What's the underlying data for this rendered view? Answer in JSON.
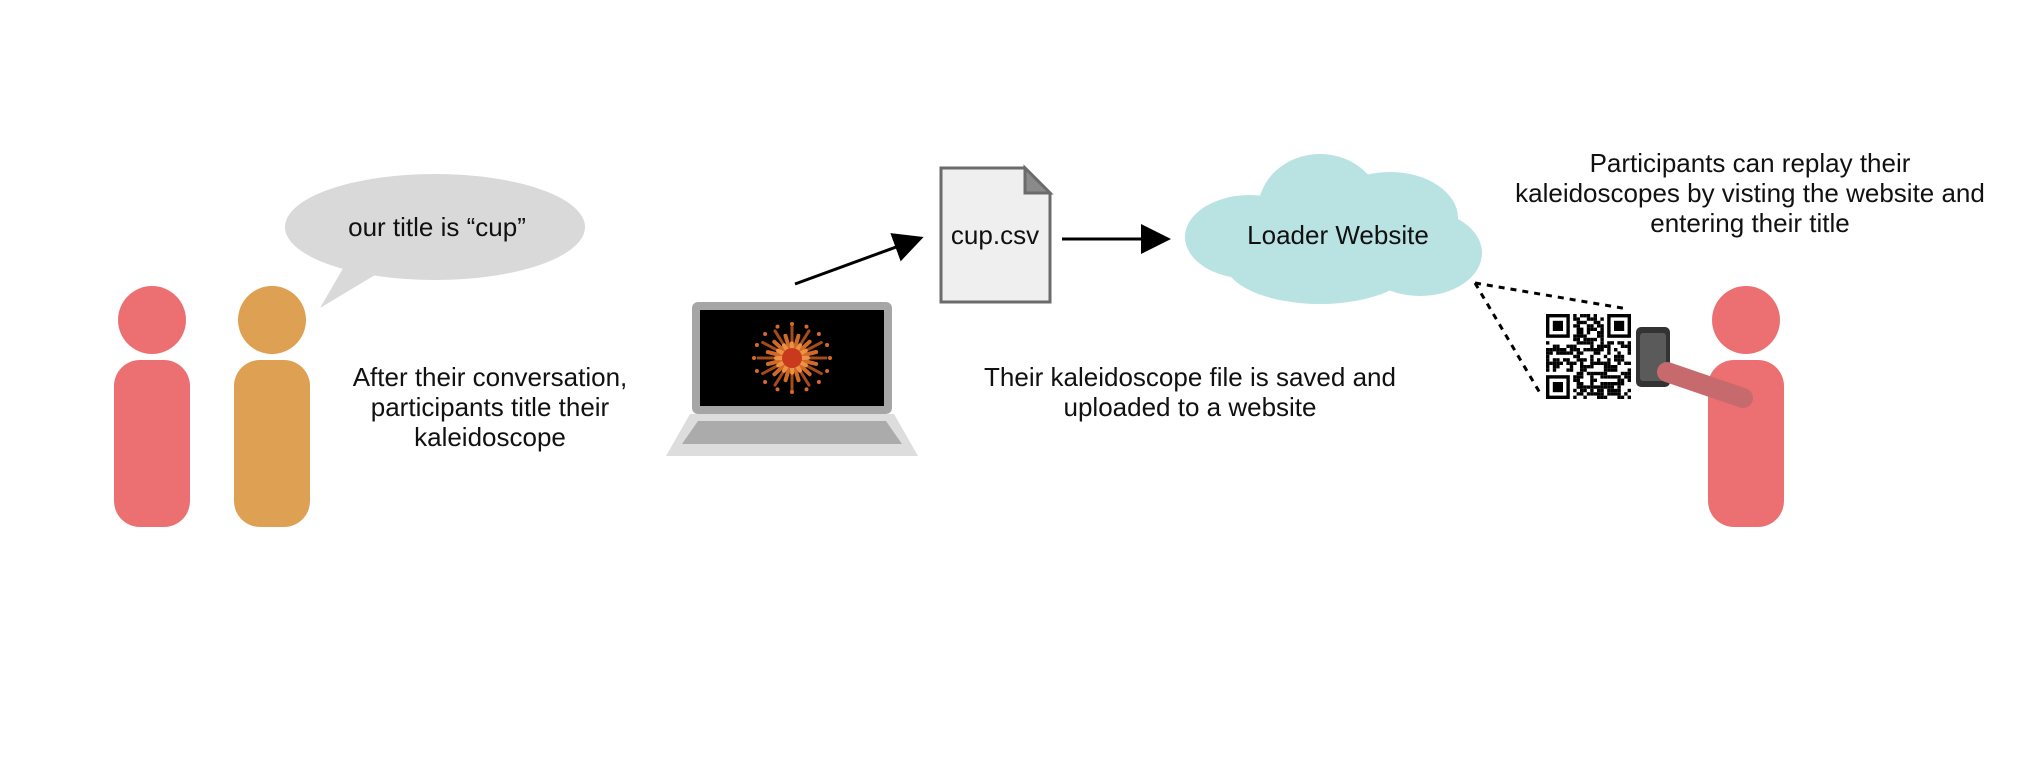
{
  "speech_bubble": {
    "text": "our title is “cup”"
  },
  "file": {
    "label": "cup.csv"
  },
  "cloud": {
    "label": "Loader Website"
  },
  "captions": {
    "step1": "After their conversation,\nparticipants title their\nkaleidoscope",
    "step2": "Their kaleidoscope file is saved and\nuploaded to a website",
    "step3": "Participants can replay their\nkaleidoscopes by visting the website and\nentering their title"
  },
  "colors": {
    "person_red": "#EC7072",
    "person_orange": "#DEA052",
    "bubble_gray": "#D9D9D9",
    "cloud_teal": "#B9E2E3",
    "file_fill": "#EFEFEF",
    "file_stroke": "#6B6B6B",
    "laptop_gray": "#A6A6A6",
    "screen_black": "#000000",
    "kaleidoscope_orange": "#E8762C"
  }
}
